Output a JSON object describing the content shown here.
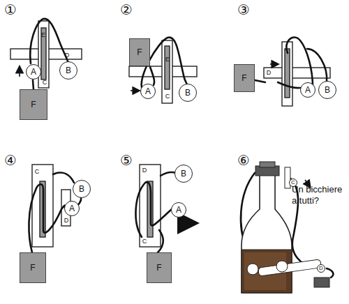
{
  "diagram": {
    "nodes": [
      {
        "text": [
          "A"
        ]
      },
      {
        "text": [
          "B"
        ]
      },
      {
        "text": [
          "F"
        ]
      },
      {
        "text": [
          "F"
        ]
      },
      {
        "text": [
          "A"
        ]
      },
      {
        "text": [
          "B"
        ]
      },
      {
        "text": [
          "F"
        ]
      },
      {
        "text": [
          "A"
        ]
      },
      {
        "text": [
          "B"
        ]
      },
      {
        "text": [
          "B"
        ]
      },
      {
        "text": [
          "A"
        ]
      },
      {
        "text": [
          "F"
        ]
      },
      {
        "text": [
          "B"
        ]
      },
      {
        "text": [
          "A"
        ]
      },
      {
        "text": [
          "F"
        ]
      }
    ],
    "labels": [
      "①",
      "E",
      "D",
      "C",
      "②",
      "E",
      "C",
      "③",
      "D",
      "④",
      "C",
      "D",
      "⑤",
      "D",
      "C",
      "⑥",
      "C",
      "Un bicchiere a tutti?",
      "D"
    ]
  }
}
